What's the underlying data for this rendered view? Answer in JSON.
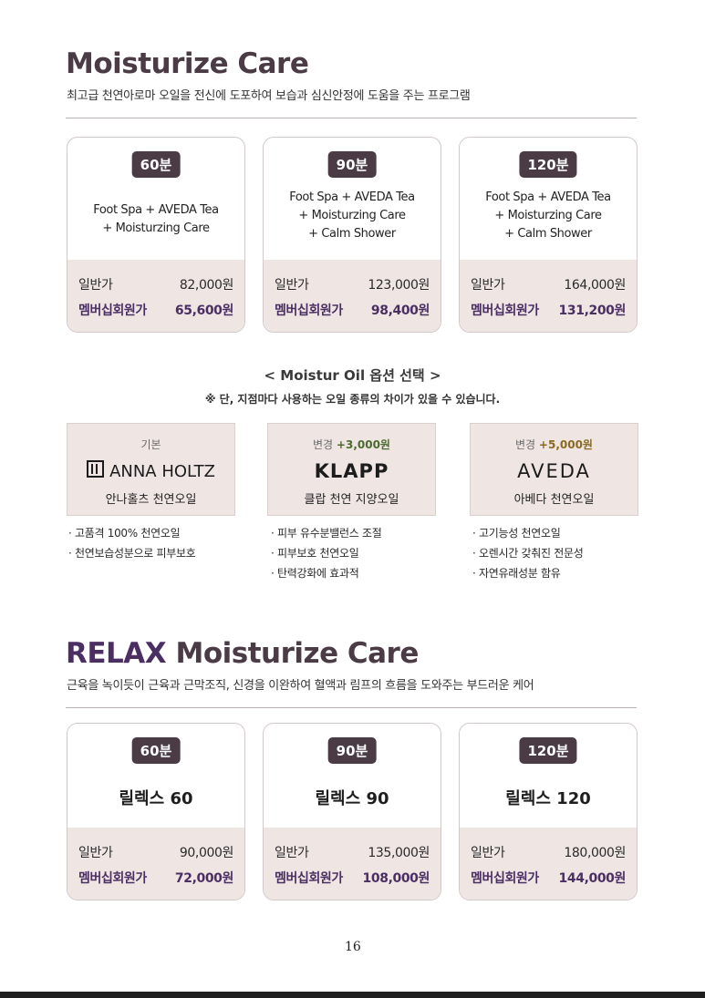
{
  "section1": {
    "title": "Moisturize Care",
    "subtitle": "최고급 천연아로마 오일을 전신에 도포하여 보습과 심신안정에 도움을 주는 프로그램",
    "cards": [
      {
        "duration": "60분",
        "lines": [
          "Foot Spa + AVEDA Tea",
          "+ Moisturzing Care"
        ],
        "regular_label": "일반가",
        "regular_price": "82,000원",
        "member_label": "멤버십회원가",
        "member_price": "65,600원"
      },
      {
        "duration": "90분",
        "lines": [
          "Foot Spa + AVEDA Tea",
          "+ Moisturzing Care",
          "+ Calm Shower"
        ],
        "regular_label": "일반가",
        "regular_price": "123,000원",
        "member_label": "멤버십회원가",
        "member_price": "98,400원"
      },
      {
        "duration": "120분",
        "lines": [
          "Foot Spa + AVEDA Tea",
          "+ Moisturzing Care",
          "+ Calm Shower"
        ],
        "regular_label": "일반가",
        "regular_price": "164,000원",
        "member_label": "멤버십회원가",
        "member_price": "131,200원"
      }
    ]
  },
  "options": {
    "title": "< Moistur Oil 옵션 선택 >",
    "note": "※ 단, 지점마다 사용하는 오일 종류의 차이가 있을 수 있습니다.",
    "oils": [
      {
        "label": "기본",
        "extra": "",
        "brand": "ANNA HOLTZ",
        "name": "안나홀츠 천연오일",
        "bullets": [
          "· 고품격 100% 천연오일",
          "· 천연보습성분으로 피부보호"
        ]
      },
      {
        "label": "변경",
        "extra": "+3,000원",
        "brand": "KLAPP",
        "name": "클랍 천연 지양오일",
        "bullets": [
          "· 피부 유수분밸런스 조절",
          "· 피부보호 천연오일",
          "· 탄력강화에 효과적"
        ]
      },
      {
        "label": "변경",
        "extra": "+5,000원",
        "brand": "AVEDA",
        "name": "아베다 천연오일",
        "bullets": [
          "· 고기능성 천연오일",
          "· 오렌시간 갖춰진 전문성",
          "· 자연유래성분 함유"
        ]
      }
    ],
    "colors": {
      "extra_green": "#4c6b2f",
      "extra_gold": "#8a6a1e"
    }
  },
  "section2": {
    "title_accent": "RELAX",
    "title_rest": "Moisturize Care",
    "subtitle": "근육을 녹이듯이 근육과 근막조직, 신경을 이완하여 혈액과 림프의 흐름을 도와주는 부드러운 케어",
    "cards": [
      {
        "duration": "60분",
        "name": "릴렉스 60",
        "regular_label": "일반가",
        "regular_price": "90,000원",
        "member_label": "멤버십회원가",
        "member_price": "72,000원"
      },
      {
        "duration": "90분",
        "name": "릴렉스 90",
        "regular_label": "일반가",
        "regular_price": "135,000원",
        "member_label": "멤버십회원가",
        "member_price": "108,000원"
      },
      {
        "duration": "120분",
        "name": "릴렉스 120",
        "regular_label": "일반가",
        "regular_price": "180,000원",
        "member_label": "멤버십회원가",
        "member_price": "144,000원"
      }
    ]
  },
  "page_number": "16",
  "colors": {
    "heading": "#4a3b45",
    "accent_purple": "#4b2f63",
    "badge_bg": "#4a3b45",
    "price_bg": "#efe6e4"
  }
}
